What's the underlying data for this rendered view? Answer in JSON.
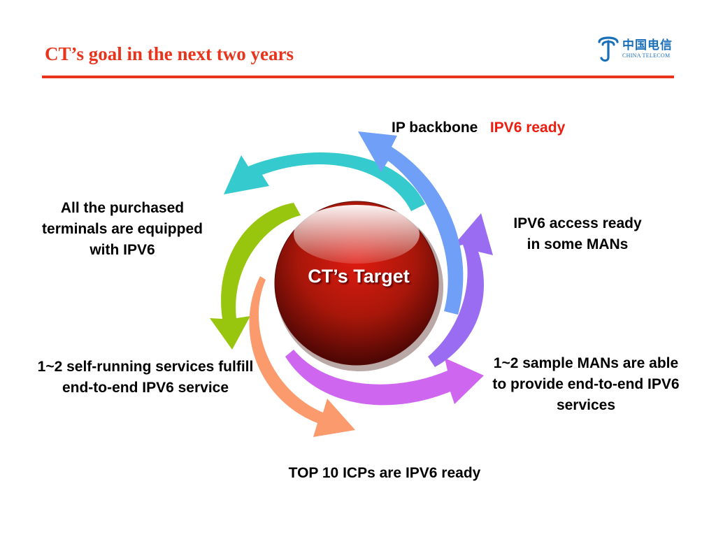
{
  "slide": {
    "title": "CT’s goal in the next two years",
    "accent_color": "#e8341c"
  },
  "logo": {
    "name_cn": "中国电信",
    "name_en": "CHINA TELECOM",
    "color": "#1a6fb9"
  },
  "center": {
    "label": "CT’s Target"
  },
  "goals": {
    "ip_backbone": {
      "prefix": "IP backbone",
      "highlight": "IPV6 ready"
    },
    "ipv6_access": "IPV6 access ready in some MANs",
    "sample_mans": "1~2 sample MANs are able to provide end-to-end IPV6 services",
    "top_icps": "TOP 10 ICPs are IPV6 ready",
    "self_running": "1~2 self-running services fulfill end-to-end IPV6 service",
    "terminals": "All the purchased terminals are equipped with IPV6"
  },
  "arrow_colors": {
    "blue": "#6f9ff7",
    "purple": "#9a6cf2",
    "magenta": "#cf66ef",
    "orange": "#fb9a6c",
    "green": "#98c60e",
    "teal": "#35cacd"
  }
}
